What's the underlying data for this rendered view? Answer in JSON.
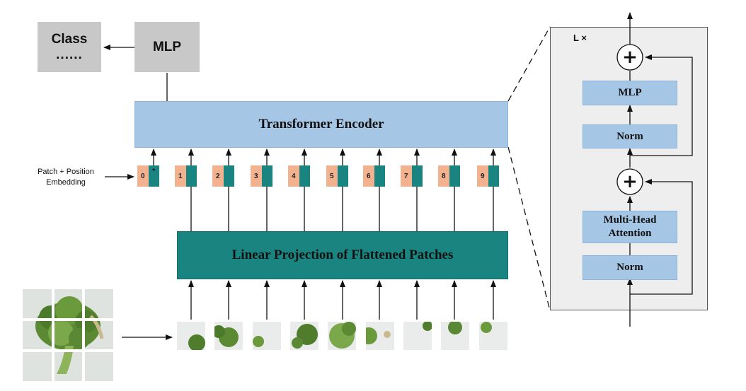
{
  "output": {
    "class_label": "Class",
    "class_dots": "......",
    "mlp_label": "MLP"
  },
  "encoder": {
    "title": "Transformer Encoder"
  },
  "projection": {
    "title": "Linear Projection of Flattened Patches"
  },
  "embedding": {
    "label_line1": "Patch + Position",
    "label_line2": "Embedding"
  },
  "tokens": [
    {
      "index": "0",
      "mark": "*"
    },
    {
      "index": "1",
      "mark": ""
    },
    {
      "index": "2",
      "mark": ""
    },
    {
      "index": "3",
      "mark": ""
    },
    {
      "index": "4",
      "mark": ""
    },
    {
      "index": "5",
      "mark": ""
    },
    {
      "index": "6",
      "mark": ""
    },
    {
      "index": "7",
      "mark": ""
    },
    {
      "index": "8",
      "mark": ""
    },
    {
      "index": "9",
      "mark": ""
    }
  ],
  "block": {
    "repeat_label": "L ×",
    "mlp_label": "MLP",
    "norm_top_label": "Norm",
    "attention_line1": "Multi-Head",
    "attention_line2": "Attention",
    "norm_bottom_label": "Norm",
    "add_symbol": "+"
  },
  "colors": {
    "blue_box": "#a6c6e6",
    "teal_box": "#1a8580",
    "gray_box": "#c8c8c8",
    "position_orange": "#f3b28f",
    "broccoli_green": "#4f7d2c"
  },
  "image_description_icon": "broccoli-image-icon"
}
